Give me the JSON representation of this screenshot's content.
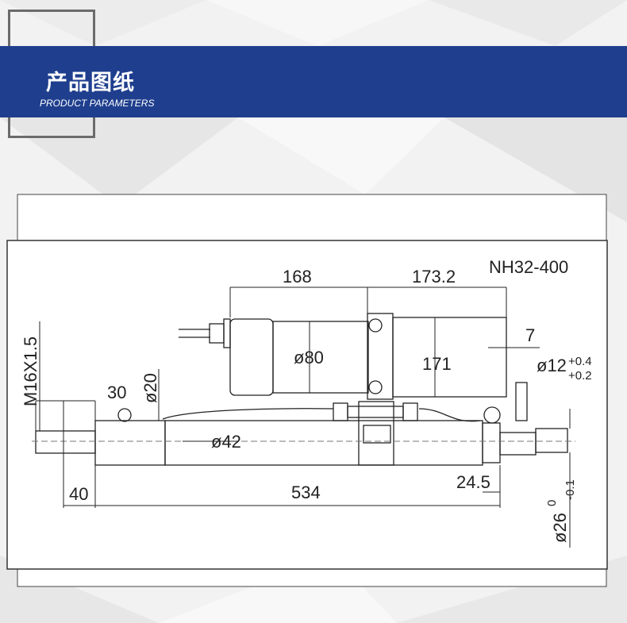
{
  "header": {
    "title_cn": "产品图纸",
    "title_en": "PRODUCT PARAMETERS"
  },
  "drawing": {
    "model": "NH32-400",
    "dimensions": {
      "d168": "168",
      "d173_2": "173.2",
      "d80": "ø80",
      "d171": "171",
      "d7": "7",
      "d12": "ø12",
      "d12_tol_upper": "+0.4",
      "d12_tol_lower": "+0.2",
      "m16": "M16X1.5",
      "d30": "30",
      "d20": "ø20",
      "d42": "ø42",
      "d40": "40",
      "d534": "534",
      "d24_5": "24.5",
      "d26": "ø26",
      "d26_tol_upper": "0",
      "d26_tol_lower": "-0.1"
    }
  },
  "colors": {
    "banner": "#1f3f8e",
    "line": "#222222"
  }
}
